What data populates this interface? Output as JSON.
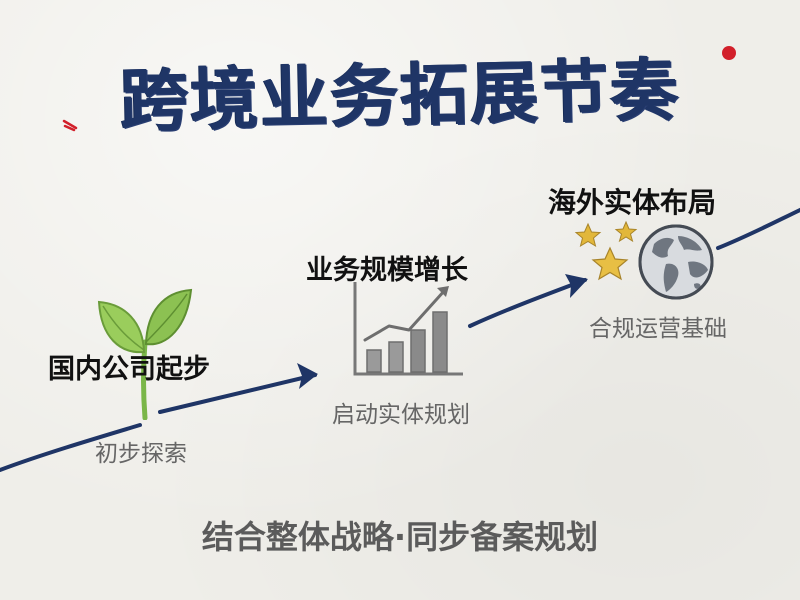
{
  "title": "跨境业务拓展节奏",
  "stages": [
    {
      "label": "国内公司起步",
      "sublabel": "初步探索",
      "icon": "seedling-icon"
    },
    {
      "label": "业务规模增长",
      "sublabel": "启动实体规划",
      "icon": "growth-chart-icon"
    },
    {
      "label": "海外实体布局",
      "sublabel": "合规运营基础",
      "icon": "globe-stars-icon"
    }
  ],
  "bottom_text": "结合整体战略·同步备案规划",
  "colors": {
    "title": "#1f3566",
    "curve": "#1f3566",
    "accent_dot": "#d21f2a",
    "leaf": "#8cc152",
    "star": "#e2b73a",
    "chart_bars": "#8a8a8a"
  }
}
